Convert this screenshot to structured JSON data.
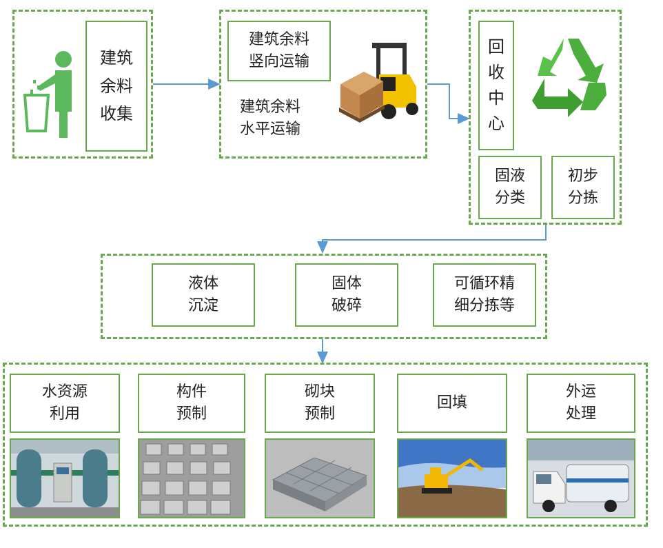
{
  "collect": {
    "label": "建筑\n余料\n收集",
    "icon": "trash-can-person-icon"
  },
  "transport": {
    "vertical": "建筑余料\n竖向运输",
    "horizontal": "建筑余料\n水平运输",
    "icon": "forklift-icon"
  },
  "recycle": {
    "center": "回\n收\n中\n心",
    "icon": "recycle-icon",
    "separate": "固液\n分类",
    "sort": "初步\n分拣"
  },
  "process": {
    "liquid": "液体\n沉淀",
    "solid": "固体\n破碎",
    "fine": "可循环精\n细分拣等"
  },
  "outputs": [
    {
      "label": "水资源\n利用",
      "image": "water-tank-photo"
    },
    {
      "label": "构件\n预制",
      "image": "precast-component-photo"
    },
    {
      "label": "砌块\n预制",
      "image": "block-photo"
    },
    {
      "label": "回填",
      "image": "excavator-photo"
    },
    {
      "label": "外运\n处理",
      "image": "truck-photo"
    }
  ],
  "colors": {
    "border": "#6aa84f",
    "arrow": "#5b9bd5",
    "icon_green": "#5cb85c"
  }
}
